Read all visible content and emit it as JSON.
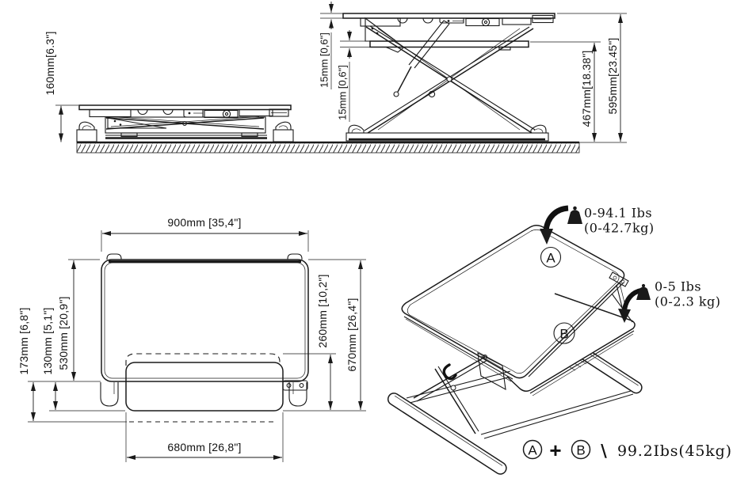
{
  "ink_color": "#1a1a1a",
  "background_color": "#ffffff",
  "side_view_lowered": {
    "height_dim": "160mm[6.3\"]"
  },
  "side_view_raised": {
    "platform_thickness_dim": "15mm [0,6\"]",
    "tray_thickness_dim": "15mm [0,6\"]",
    "keyboard_height_dim": "467mm[18.38\"]",
    "overall_height_dim": "595mm[23.45\"]"
  },
  "top_view": {
    "width_dim": "900mm [35,4\"]",
    "depth_dim": "530mm [20,9\"]",
    "tray_offset_dim": "130mm [5,1\"]",
    "tray_extension_dim": "173mm [6,8\"]",
    "tray_depth_dim": "260mm [10,2\"]",
    "overall_depth_dim": "670mm [26,4\"]",
    "tray_width_dim": "680mm [26,8\"]"
  },
  "isometric_view": {
    "surface_a_label": "A",
    "surface_b_label": "B",
    "surface_a_capacity_lbs": "0-94.1 Ibs",
    "surface_a_capacity_kg": "(0-42.7kg)",
    "surface_b_capacity_lbs": "0-5 Ibs",
    "surface_b_capacity_kg": "(0-2.3 kg)",
    "total": {
      "a_label": "A",
      "plus": "+",
      "b_label": "B",
      "separator": "\\",
      "value": "99.2Ibs(45kg)"
    }
  }
}
